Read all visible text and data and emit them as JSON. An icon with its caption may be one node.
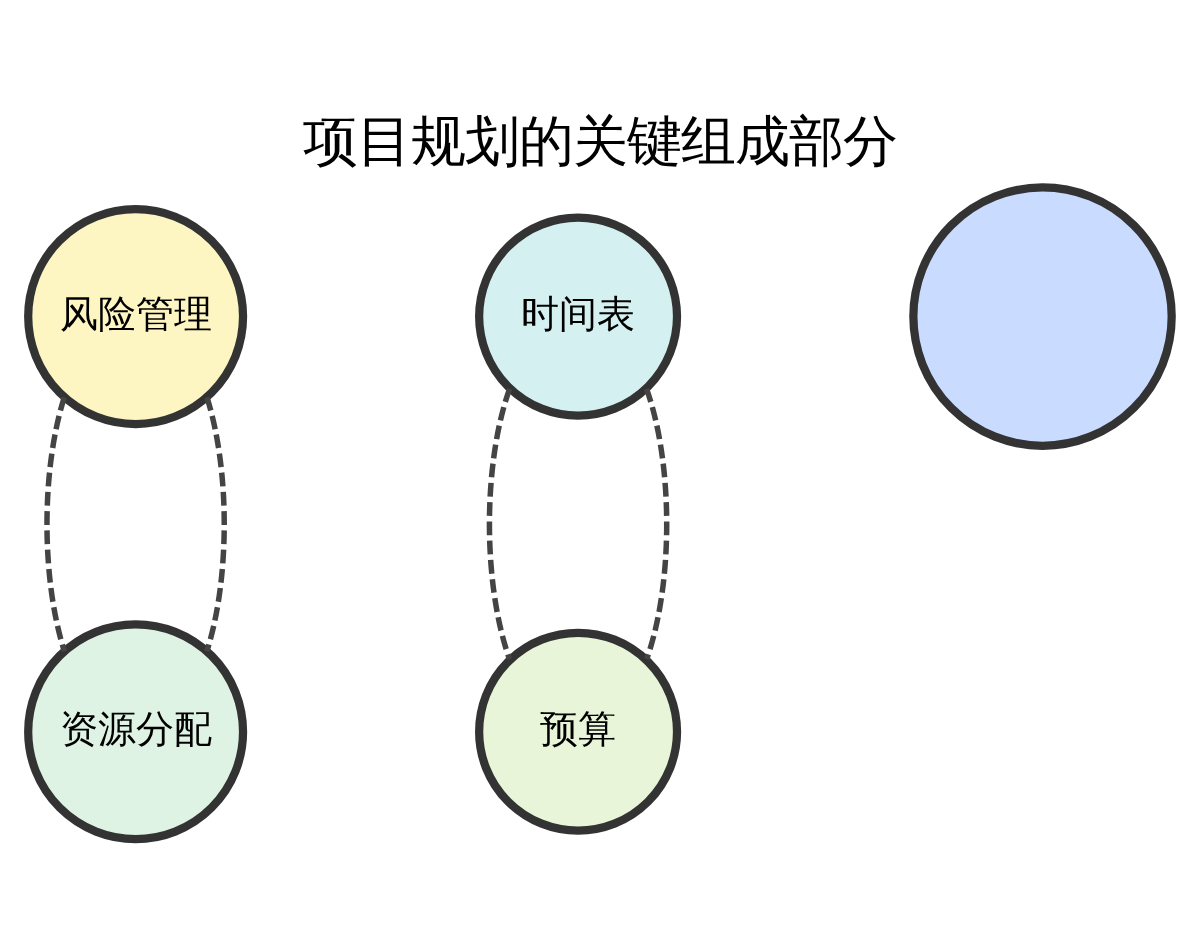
{
  "diagram": {
    "title": "项目规划的关键组成部分",
    "nodes": [
      {
        "text": [
          "风险管理"
        ]
      },
      {
        "text": [
          "时间表"
        ]
      },
      {
        "text": [],
        "shape": "circle"
      },
      {
        "text": [
          "预算"
        ]
      },
      {
        "text": [
          "资源分配"
        ]
      }
    ],
    "edges": [
      {
        "from": 0,
        "to": 4,
        "arrow": "none",
        "style": "dashed"
      },
      {
        "from": 0,
        "to": 4,
        "arrow": "none",
        "style": "dashed"
      },
      {
        "from": 1,
        "to": 3,
        "arrow": "none",
        "style": "dashed"
      },
      {
        "from": 1,
        "to": 3,
        "arrow": "none",
        "style": "dashed"
      }
    ]
  }
}
